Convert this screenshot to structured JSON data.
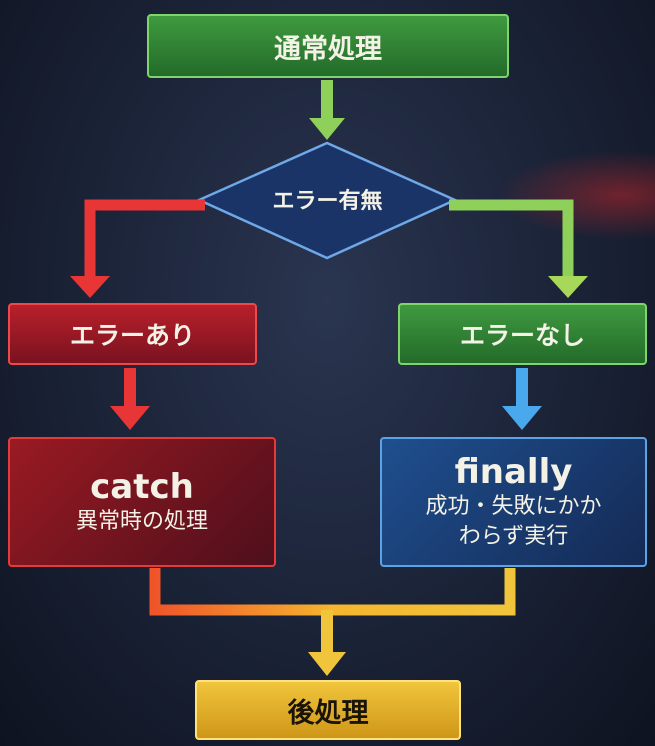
{
  "nodes": {
    "start": "通常処理",
    "decision": "エラー有無",
    "error_yes": "エラーあり",
    "error_no": "エラーなし",
    "catch": {
      "title": "catch",
      "desc": "異常時の処理"
    },
    "finally": {
      "title": "finally",
      "desc_line1": "成功・失敗にかか",
      "desc_line2": "わらず実行"
    },
    "end": "後処理"
  },
  "colors": {
    "green": "#3f9a3f",
    "red": "#b8202a",
    "blue": "#1f4f8f",
    "yellow": "#f0c53c"
  }
}
